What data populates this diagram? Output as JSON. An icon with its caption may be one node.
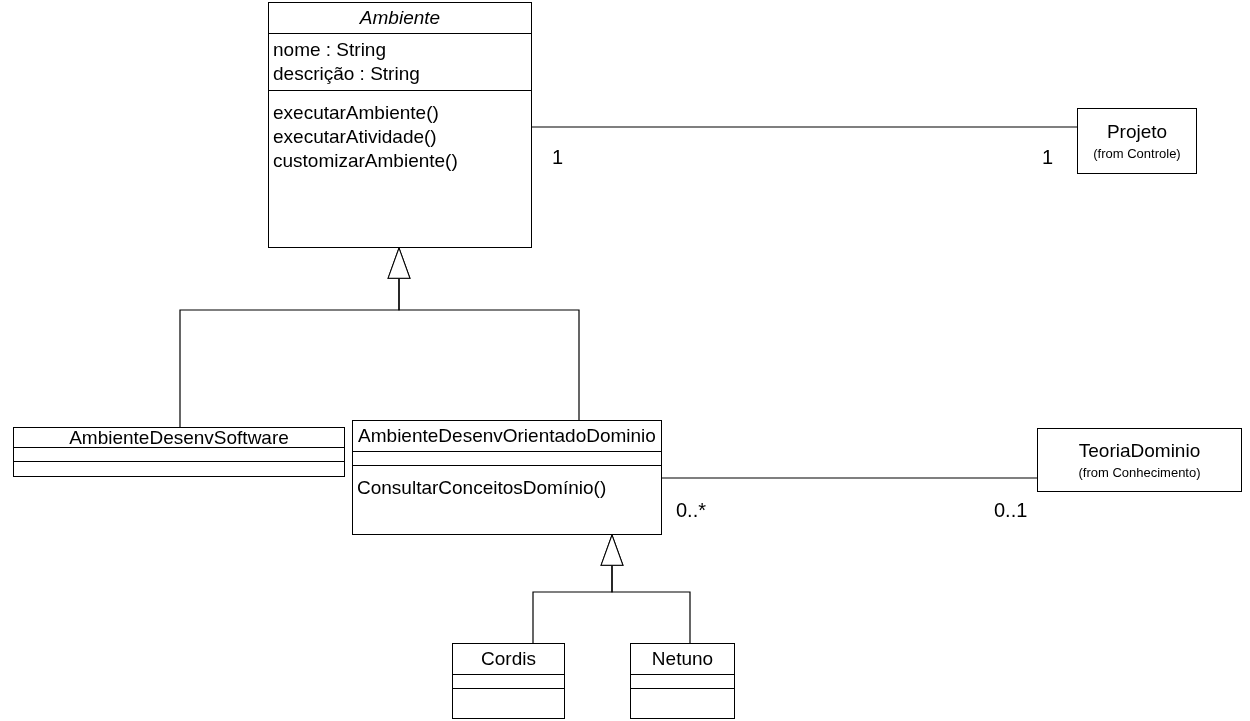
{
  "diagram": {
    "nodes": [
      {
        "text": [
          "Ambiente",
          "nome : String",
          "descrição : String",
          "executarAmbiente()",
          "executarAtividade()",
          "customizarAmbiente()"
        ]
      },
      {
        "text": [
          "Projeto",
          "(from Controle)"
        ]
      },
      {
        "text": [
          "AmbienteDesenvSoftware"
        ]
      },
      {
        "text": [
          "AmbienteDesenvOrientadoDominio",
          "ConsultarConceitosDomínio()"
        ]
      },
      {
        "text": [
          "TeoriaDominio",
          "(from Conhecimento)"
        ]
      },
      {
        "text": [
          "Cordis"
        ]
      },
      {
        "text": [
          "Netuno"
        ]
      }
    ],
    "edges": [
      {
        "from": 0,
        "to": 1,
        "arrow": "none"
      },
      {
        "from": 2,
        "to": 0,
        "arrow": "to"
      },
      {
        "from": 3,
        "to": 0,
        "arrow": "to"
      },
      {
        "from": 3,
        "to": 4,
        "arrow": "none"
      },
      {
        "from": 5,
        "to": 3,
        "arrow": "to"
      },
      {
        "from": 6,
        "to": 3,
        "arrow": "to"
      }
    ],
    "labels": [
      "1",
      "1",
      "0..*",
      "0..1"
    ]
  }
}
